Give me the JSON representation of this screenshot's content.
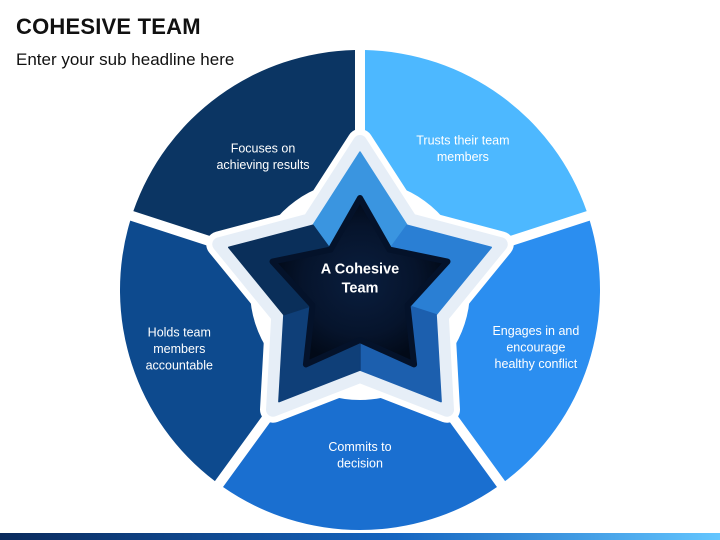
{
  "header": {
    "title": "COHESIVE TEAM",
    "subtitle": "Enter your sub headline here"
  },
  "diagram": {
    "center": {
      "lines": [
        "A Cohesive",
        "Team"
      ]
    },
    "segments": [
      {
        "lines": [
          "Trusts their team",
          "members"
        ],
        "color": "#4db8ff"
      },
      {
        "lines": [
          "Engages in and",
          "encourage",
          "healthy conflict"
        ],
        "color": "#2b8ef0"
      },
      {
        "lines": [
          "Commits to",
          "decision"
        ],
        "color": "#1a6fd0"
      },
      {
        "lines": [
          "Holds team",
          "members",
          "accountable"
        ],
        "color": "#0d4a8e"
      },
      {
        "lines": [
          "Focuses on",
          "achieving results"
        ],
        "color": "#0b3563"
      }
    ],
    "star_colors": [
      "#3a95e0",
      "#2a7fd4",
      "#1c5fae",
      "#0f3f78",
      "#0a2f5a"
    ]
  }
}
